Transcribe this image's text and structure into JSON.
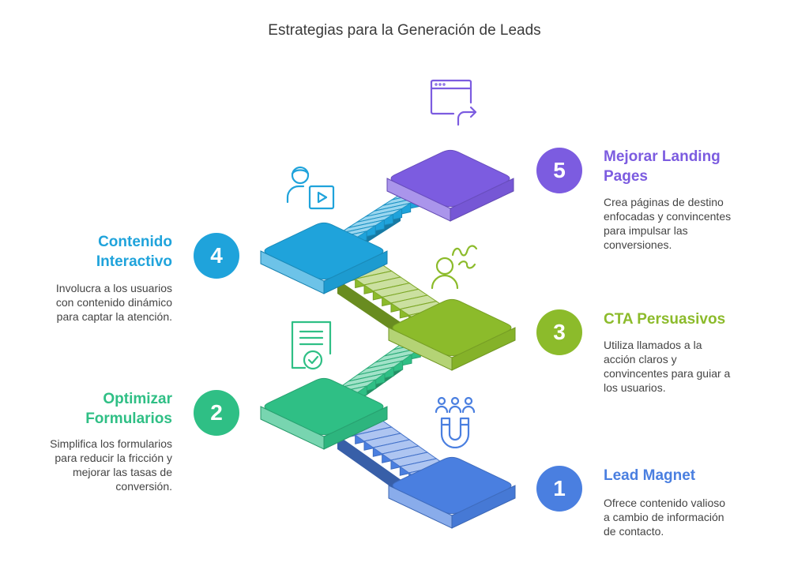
{
  "title": "Estrategias para la Generación de Leads",
  "colors": {
    "step1": "#4A7FE0",
    "step2": "#2FBF85",
    "step3": "#8CBB2B",
    "step4": "#1FA3DB",
    "step5": "#7C5CE0"
  },
  "steps": [
    {
      "number": "1",
      "heading": "Lead Magnet",
      "heading_lines": [
        "Lead Magnet"
      ],
      "description_lines": [
        "Ofrece contenido valioso",
        "a cambio de información",
        "de contacto."
      ],
      "icon": "magnet-people-icon"
    },
    {
      "number": "2",
      "heading": "Optimizar Formularios",
      "heading_lines": [
        "Optimizar",
        "Formularios"
      ],
      "description_lines": [
        "Simplifica los formularios",
        "para reducir la fricción y",
        "mejorar las tasas de",
        "conversión."
      ],
      "icon": "form-check-icon"
    },
    {
      "number": "3",
      "heading": "CTA Persuasivos",
      "heading_lines": [
        "CTA Persuasivos"
      ],
      "description_lines": [
        "Utiliza llamados a la",
        "acción claros y",
        "convincentes para guiar a",
        "los usuarios."
      ],
      "icon": "person-speech-icon"
    },
    {
      "number": "4",
      "heading": "Contenido Interactivo",
      "heading_lines": [
        "Contenido",
        "Interactivo"
      ],
      "description_lines": [
        "Involucra a los usuarios",
        "con contenido dinámico",
        "para captar la atención."
      ],
      "icon": "person-video-icon"
    },
    {
      "number": "5",
      "heading": "Mejorar Landing Pages",
      "heading_lines": [
        "Mejorar Landing",
        "Pages"
      ],
      "description_lines": [
        "Crea páginas de destino",
        "enfocadas y convincentes",
        "para impulsar las",
        "conversiones."
      ],
      "icon": "browser-redirect-icon"
    }
  ]
}
